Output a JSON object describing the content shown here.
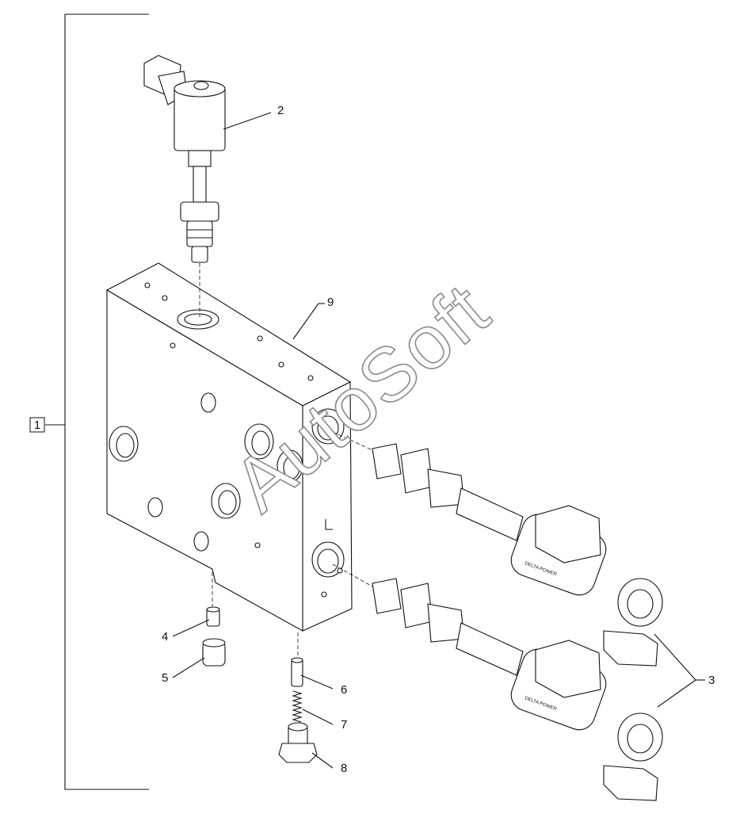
{
  "diagram": {
    "group_label": "1",
    "callouts": [
      {
        "id": "callout-2",
        "text": "2"
      },
      {
        "id": "callout-9",
        "text": "9"
      },
      {
        "id": "callout-3",
        "text": "3"
      },
      {
        "id": "callout-4",
        "text": "4"
      },
      {
        "id": "callout-5",
        "text": "5"
      },
      {
        "id": "callout-6",
        "text": "6"
      },
      {
        "id": "callout-7",
        "text": "7"
      },
      {
        "id": "callout-8",
        "text": "8"
      }
    ],
    "coil_brand": "DELTA POWER",
    "watermark": "AutoSoft"
  }
}
